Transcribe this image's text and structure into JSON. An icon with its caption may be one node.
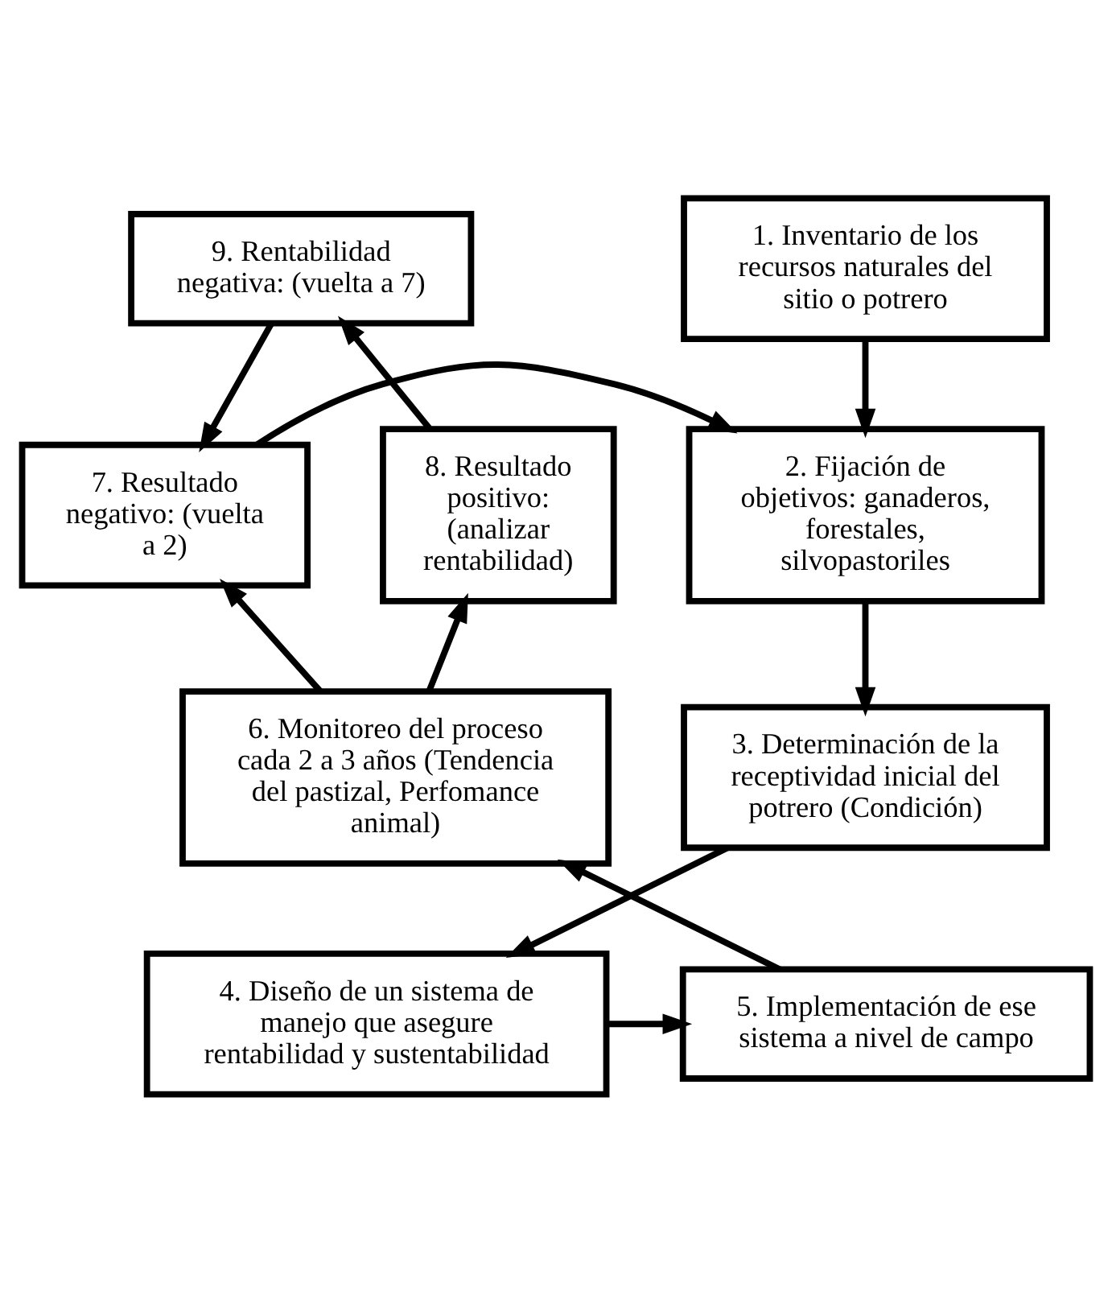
{
  "diagram": {
    "nodes": [
      {
        "text": [
          "1. Inventario de los recursos naturales del sitio o potrero"
        ]
      },
      {
        "text": [
          "2. Fijación de objetivos: ganaderos, forestales, silvopastoriles"
        ]
      },
      {
        "text": [
          "3. Determinación de la receptividad inicial del potrero (Condición)"
        ]
      },
      {
        "text": [
          "4. Diseño de un sistema de manejo que asegure rentabilidad y sustentabilidad"
        ]
      },
      {
        "text": [
          "5. Implementación de ese sistema a nivel de campo"
        ]
      },
      {
        "text": [
          "6. Monitoreo del proceso cada 2 a 3 años (Tendencia del pastizal, Perfomance animal)"
        ]
      },
      {
        "text": [
          "7. Resultado negativo: (vuelta a 2)"
        ]
      },
      {
        "text": [
          "8. Resultado positivo: (analizar rentabilidad)"
        ]
      },
      {
        "text": [
          "9. Rentabilidad negativa: (vuelta a 7)"
        ]
      }
    ],
    "edges": [
      {
        "from": 0,
        "to": 1,
        "arrow": "to"
      },
      {
        "from": 1,
        "to": 2,
        "arrow": "to"
      },
      {
        "from": 2,
        "to": 3,
        "arrow": "to"
      },
      {
        "from": 3,
        "to": 4,
        "arrow": "to"
      },
      {
        "from": 4,
        "to": 5,
        "arrow": "to"
      },
      {
        "from": 5,
        "to": 6,
        "arrow": "to"
      },
      {
        "from": 5,
        "to": 7,
        "arrow": "to"
      },
      {
        "from": 7,
        "to": 8,
        "arrow": "to"
      },
      {
        "from": 8,
        "to": 6,
        "arrow": "to"
      },
      {
        "from": 6,
        "to": 1,
        "arrow": "to"
      }
    ]
  }
}
